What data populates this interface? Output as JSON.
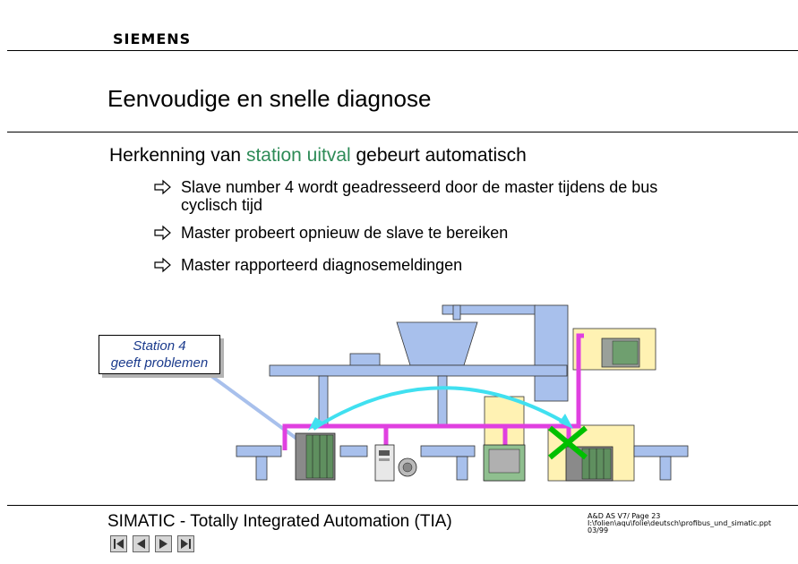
{
  "header": {
    "logo_text": "SIEMENS",
    "title": "Eenvoudige en snelle diagnose"
  },
  "main": {
    "lead_prefix": "Herkenning van ",
    "lead_highlight": "station uitval",
    "lead_suffix": " gebeurt automatisch",
    "highlight_color": "#2e8b57",
    "bullets": [
      {
        "line1": "Slave number 4 wordt geadresseerd door de master tijdens de bus",
        "line2": "cyclisch tijd"
      },
      {
        "line1": "Master probeert opnieuw de slave te bereiken"
      },
      {
        "line1": "Master rapporteerd diagnosemeldingen"
      }
    ],
    "bullet_icon": "hollow-arrow-icon"
  },
  "diagram": {
    "callout_line1": "Station 4",
    "callout_line2": "geeft problemen",
    "colors": {
      "frame": "#a8c0ec",
      "bus": "#e040e0",
      "signal": "#40e0f0",
      "error_cross": "#00c000",
      "cabinet": "#fff2b3"
    }
  },
  "footer": {
    "title": "SIMATIC - Totally Integrated Automation (TIA)",
    "info_line1": "A&D AS V7/  Page 23",
    "info_line2": "I:\\folien\\aqu\\folie\\deutsch\\profibus_und_simatic.ppt",
    "info_line3": "03/99",
    "nav_icons": [
      "first-slide-icon",
      "previous-slide-icon",
      "next-slide-icon",
      "last-slide-icon"
    ]
  }
}
